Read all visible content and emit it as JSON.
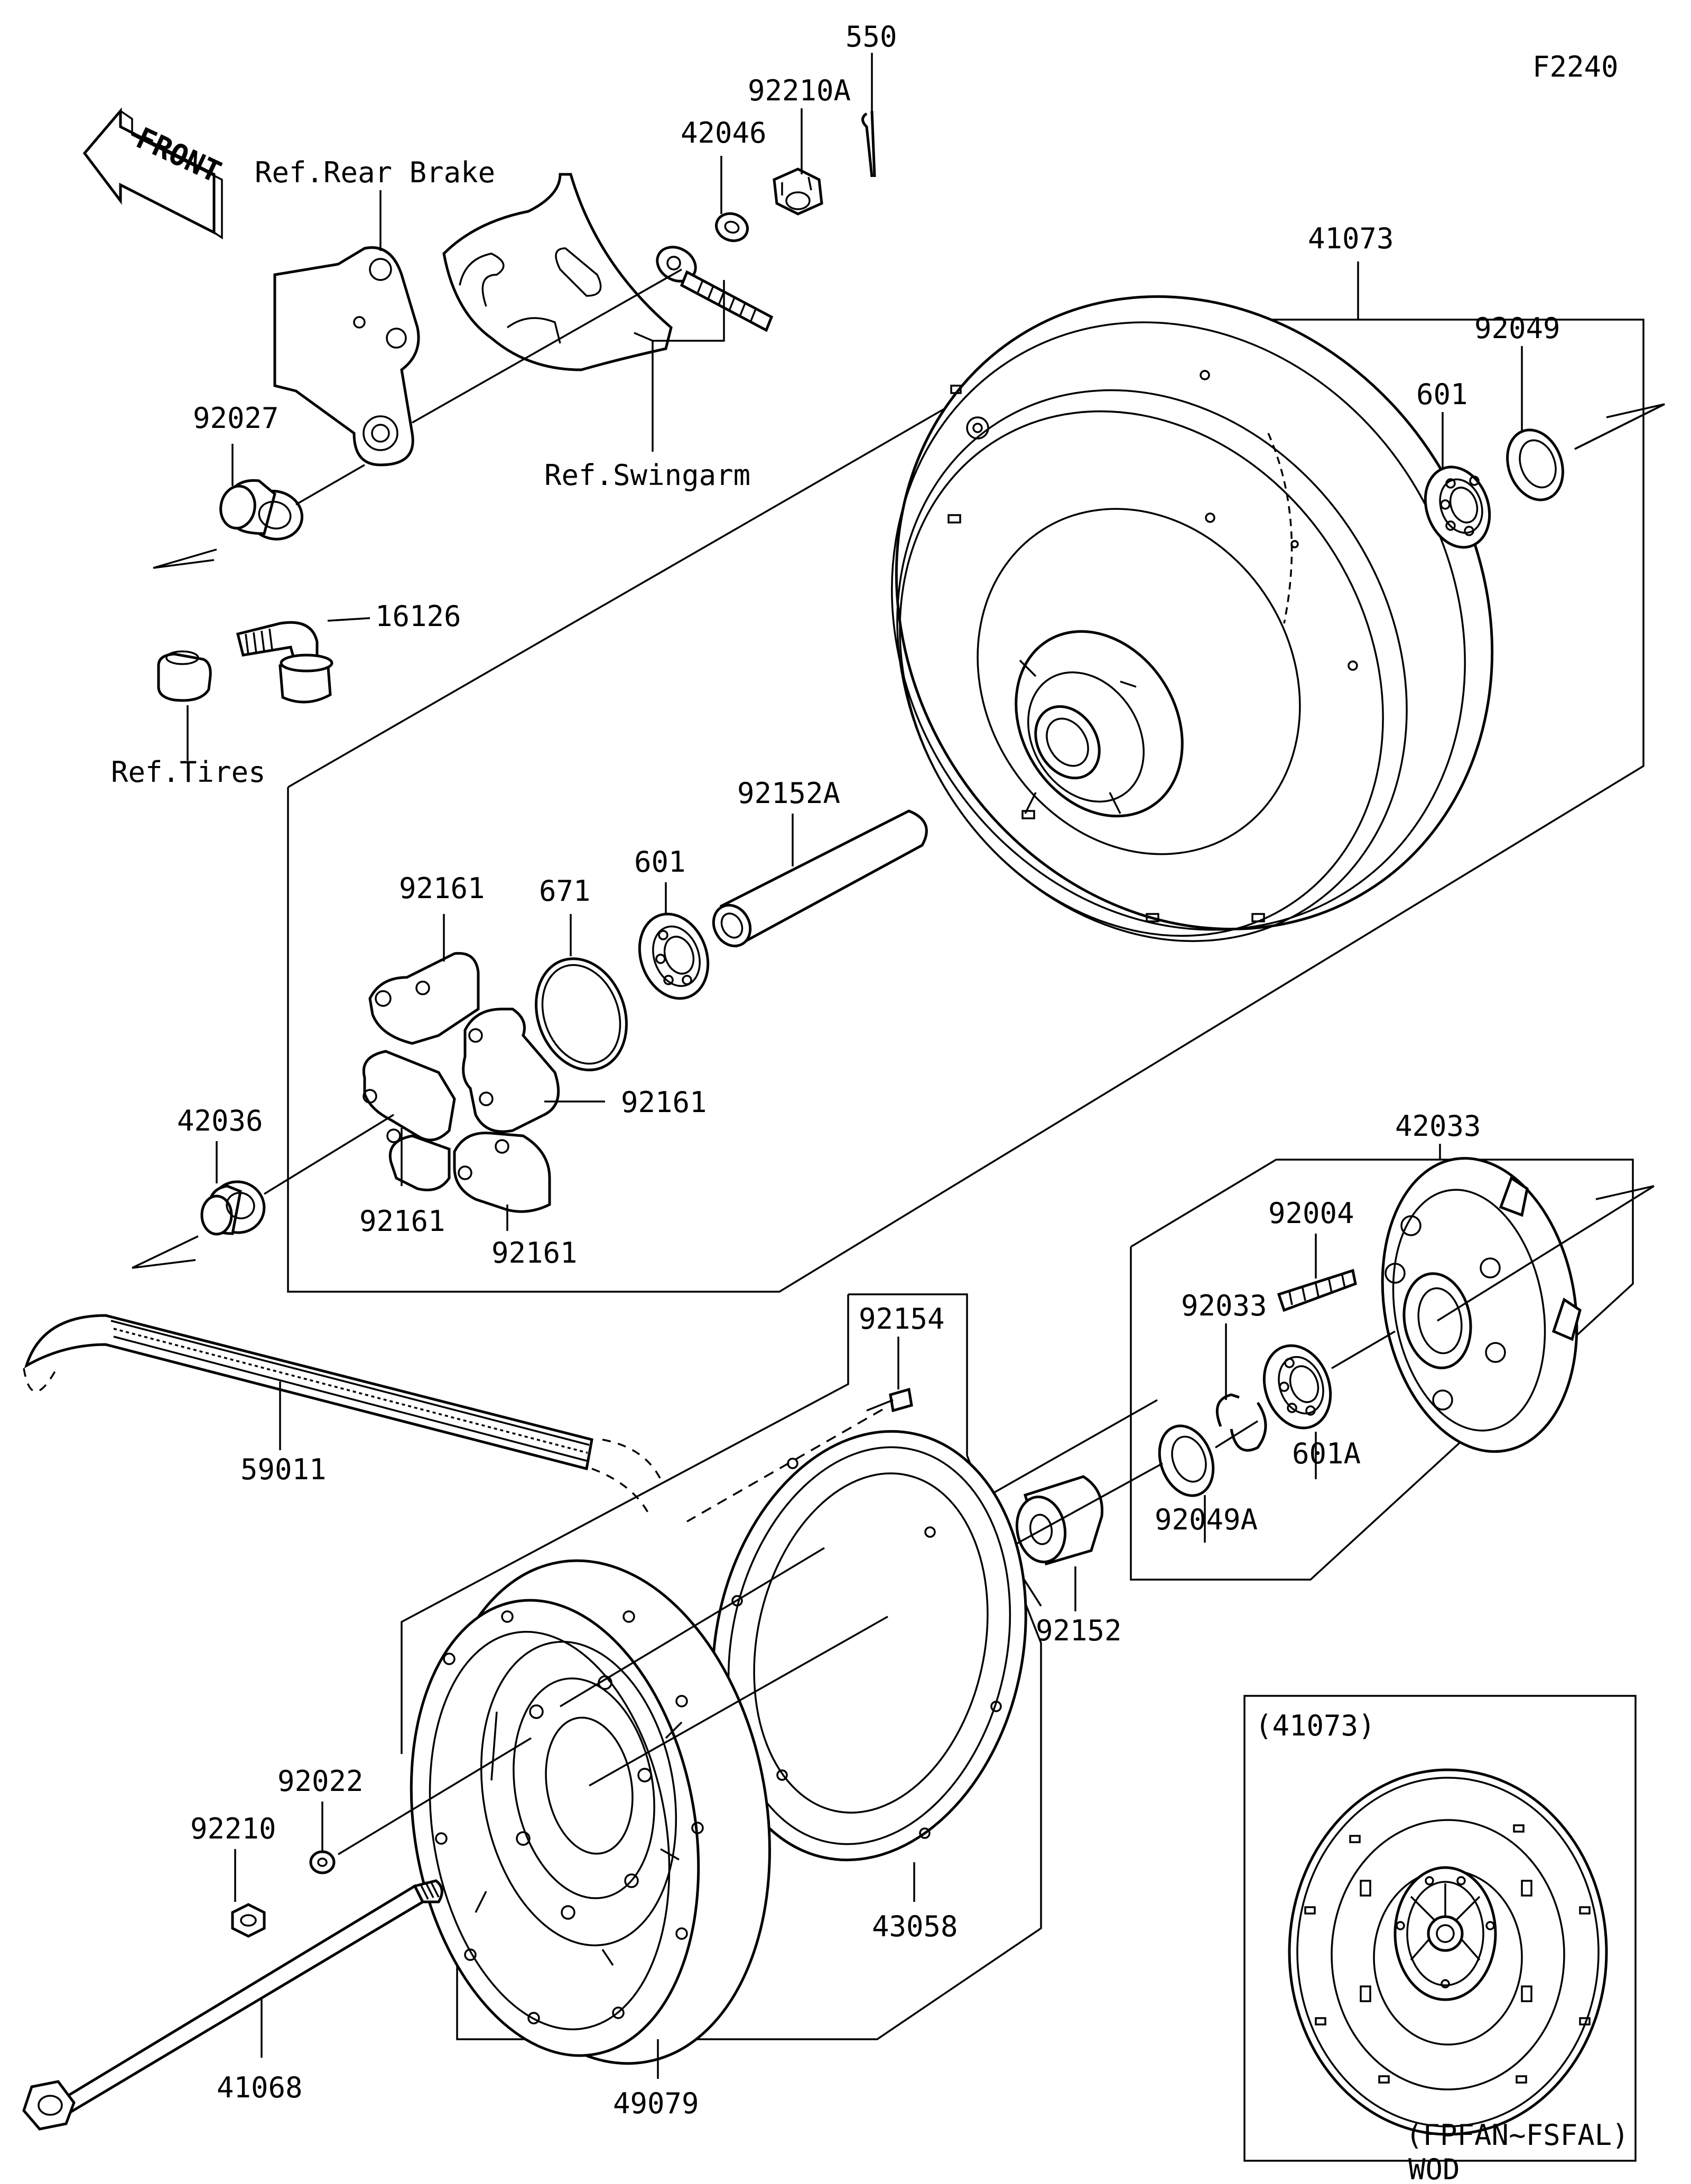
{
  "figure_code": "F2240",
  "front_arrow": {
    "text": "FRONT",
    "icon": "front-arrow-icon"
  },
  "references": {
    "rear_brake": "Ref.Rear Brake",
    "swingarm": "Ref.Swingarm",
    "tires": "Ref.Tires"
  },
  "parts": {
    "p550": "550",
    "p92210A": "92210A",
    "p42046": "42046",
    "p41073": "41073",
    "p92049": "92049",
    "p601_top": "601",
    "p92027": "92027",
    "p16126": "16126",
    "p92152A": "92152A",
    "p601_mid": "601",
    "p671": "671",
    "p92161_top": "92161",
    "p92161_right": "92161",
    "p92161_left": "92161",
    "p92161_bottom": "92161",
    "p42036": "42036",
    "p42033": "42033",
    "p92004": "92004",
    "p92033": "92033",
    "p601A": "601A",
    "p92049A": "92049A",
    "p92154": "92154",
    "p59011": "59011",
    "p92152": "92152",
    "p92022": "92022",
    "p92210": "92210",
    "p43058": "43058",
    "p41068": "41068",
    "p49079": "49079"
  },
  "inset": {
    "part_ref": "(41073)",
    "range": "(FPFAN~FSFAL)",
    "caption": "WOD"
  }
}
